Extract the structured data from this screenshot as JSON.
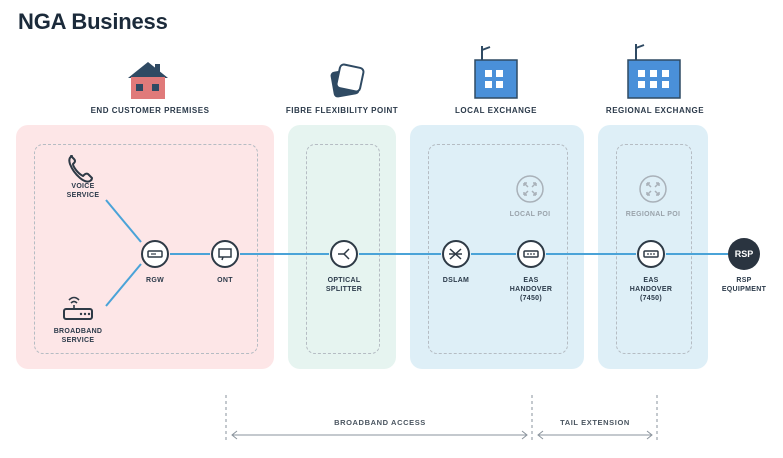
{
  "title": "NGA Business",
  "zones": {
    "customer": "END CUSTOMER PREMISES",
    "ffp": "FIBRE FLEXIBILITY POINT",
    "local": "LOCAL EXCHANGE",
    "regional": "REGIONAL EXCHANGE"
  },
  "nodes": {
    "voice": [
      "VOICE",
      "SERVICE"
    ],
    "broadband": [
      "BROADBAND",
      "SERVICE"
    ],
    "rgw": "RGW",
    "ont": "ONT",
    "splitter": [
      "OPTICAL",
      "SPLITTER"
    ],
    "dslam": "DSLAM",
    "eas_local": [
      "EAS",
      "HANDOVER",
      "(7450)"
    ],
    "eas_regional": [
      "EAS",
      "HANDOVER",
      "(7450)"
    ],
    "local_poi": "LOCAL POI",
    "regional_poi": "REGIONAL POI",
    "rsp_badge": "RSP",
    "rsp_equipment": [
      "RSP",
      "EQUIPMENT"
    ]
  },
  "ranges": {
    "broadband_access": "BROADBAND ACCESS",
    "tail_extension": "TAIL EXTENSION"
  },
  "colors": {
    "customer_panel": "#fde6e7",
    "ffp_panel": "#e6f4f0",
    "exchange_panel": "#deeff7",
    "link": "#4aa3d8",
    "node_outline": "#2e3a46",
    "rsp": "#2a3440",
    "house_roof": "#2f4a63",
    "house_wall": "#e07a7a",
    "exchange_building": "#4a90d9"
  }
}
